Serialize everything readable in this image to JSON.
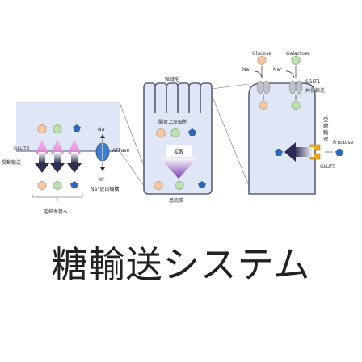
{
  "title": "糖輸送システム",
  "labels": {
    "microvilli": "微絨毛",
    "epithelial_cell": "腸管上皮細胞",
    "diffusion": "拡散",
    "basement_membrane": "基底膜",
    "glucose": "Glucose",
    "galactose": "Galactose",
    "na_plus_1": "Na⁺",
    "na_plus_2": "Na⁺",
    "sglt1": "SGLT1",
    "cotransport": "共役輸送",
    "facilitated_transport_vertical": "受動輸送",
    "fructose": "Fructose",
    "glut5": "GLUT5",
    "glut2": "GLUT2",
    "passive_transport": "受動輸送",
    "na_basal": "Na⁺",
    "atpase": "ATPase",
    "k_plus": "K⁺",
    "na_efflux": "Na⁺放出機構",
    "to_capillary": "毛細血管へ"
  },
  "colors": {
    "membrane_fill": "#dfe6f5",
    "membrane_stroke": "#6a7288",
    "glucose_hex": "#f5c8a8",
    "galactose_hex": "#bfe0b4",
    "fructose_pentagon": "#2f67b5",
    "diffusion_arrow": "#7b3fb0",
    "transport_arrow": "#3c3c66",
    "atpase_pump": "#3f7fc7",
    "glut_channel": "#e9a4e0",
    "glut5_channel": "#e8a820"
  }
}
